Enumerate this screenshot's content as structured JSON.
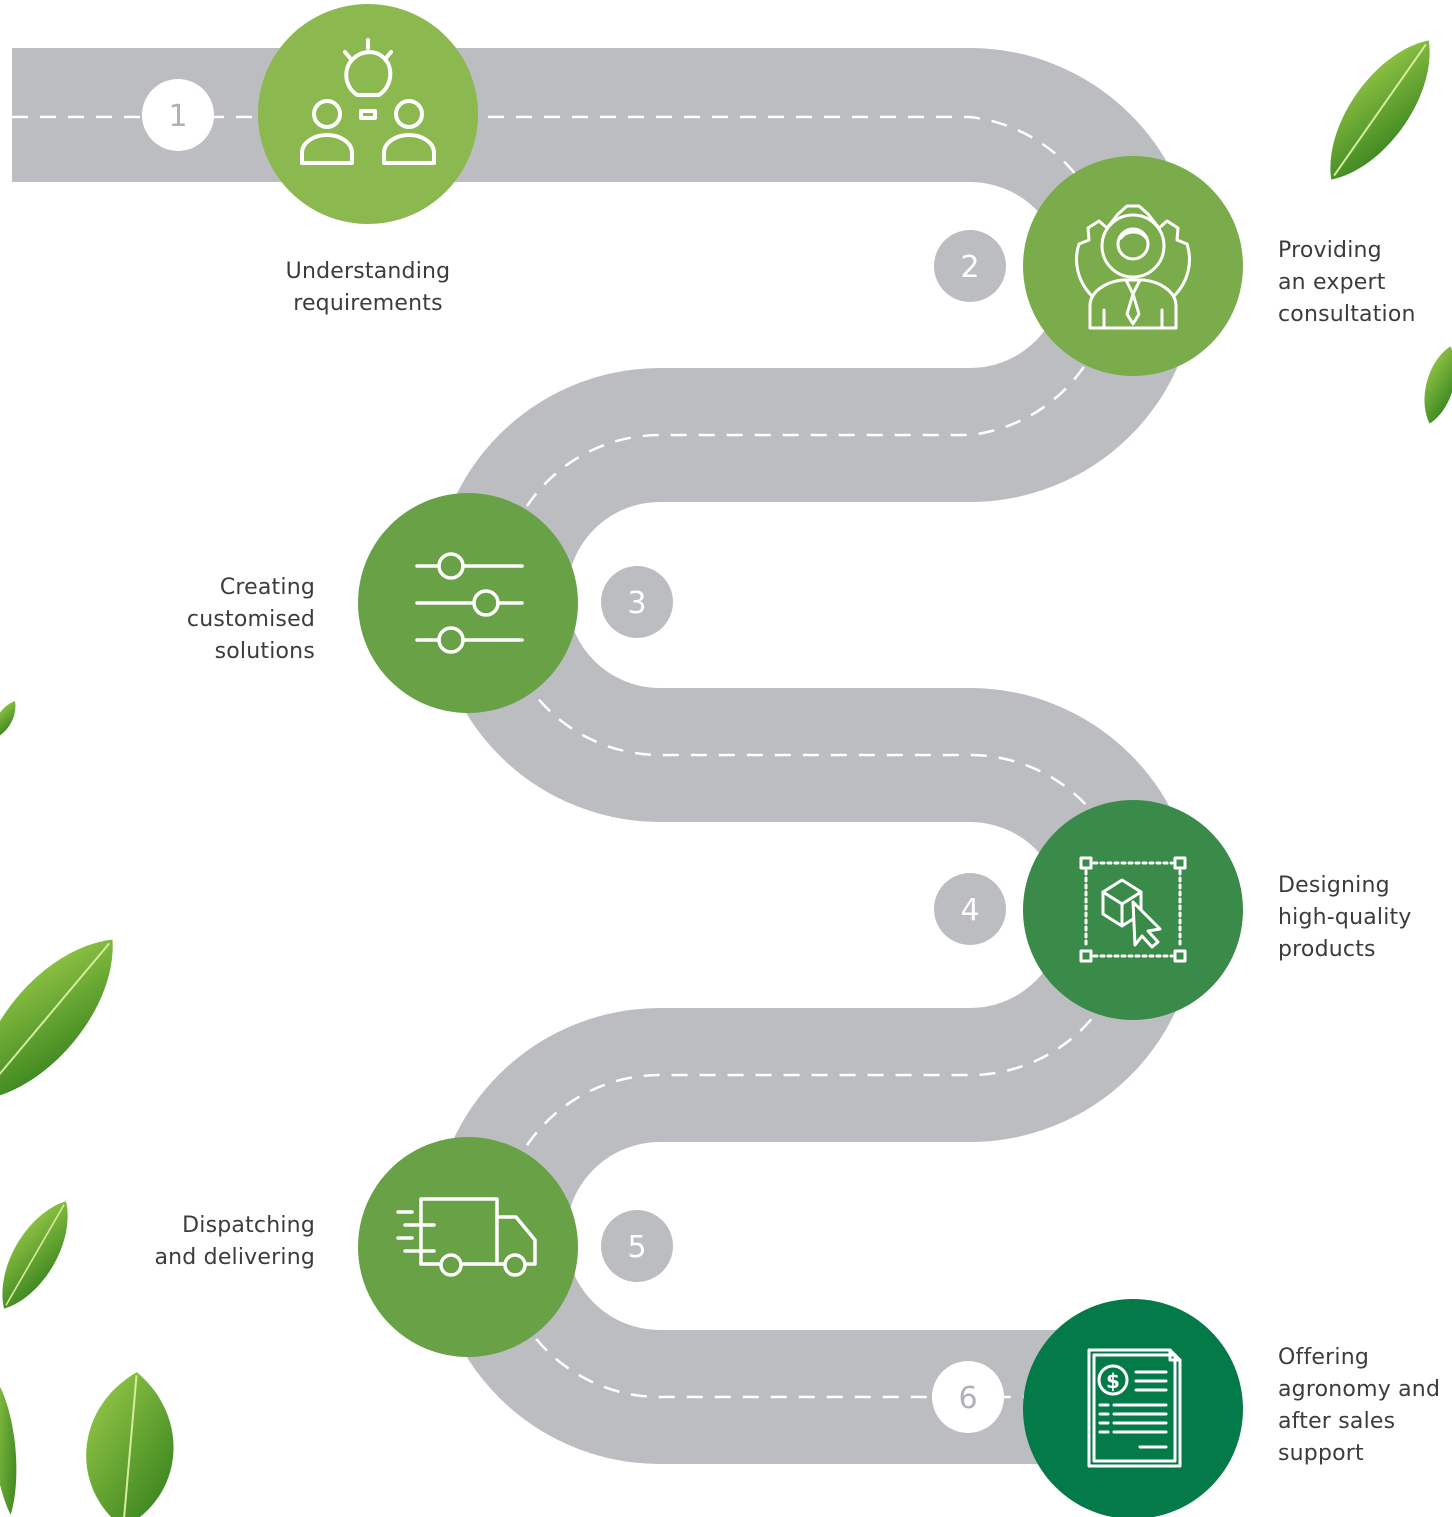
{
  "colors": {
    "road": "#bcbdc0",
    "dash": "#ffffff",
    "badge_grey": "#bcbdc0",
    "badge_white": "#ffffff",
    "badge_text_on_grey": "#ffffff",
    "badge_text_on_white": "#b0b1b4",
    "leaf_dark": "#3f8a1f",
    "leaf_light": "#8cc63f"
  },
  "steps": [
    {
      "number": "1",
      "label": "Understanding\nrequirements",
      "icon": "idea-people-icon",
      "circle_color": "#8bb84f",
      "badge_style": "white"
    },
    {
      "number": "2",
      "label": "Providing\nan expert\nconsultation",
      "icon": "expert-gear-person-icon",
      "circle_color": "#7aac4c",
      "badge_style": "grey"
    },
    {
      "number": "3",
      "label": "Creating\ncustomised\nsolutions",
      "icon": "sliders-icon",
      "circle_color": "#69a147",
      "badge_style": "grey"
    },
    {
      "number": "4",
      "label": "Designing\nhigh-quality\nproducts",
      "icon": "product-design-cube-icon",
      "circle_color": "#3a8b4a",
      "badge_style": "grey"
    },
    {
      "number": "5",
      "label": "Dispatching\nand delivering",
      "icon": "delivery-truck-icon",
      "circle_color": "#69a147",
      "badge_style": "grey"
    },
    {
      "number": "6",
      "label": "Offering\nagronomy and\nafter sales\nsupport",
      "icon": "invoice-dollar-icon",
      "circle_color": "#047a48",
      "badge_style": "white"
    }
  ]
}
